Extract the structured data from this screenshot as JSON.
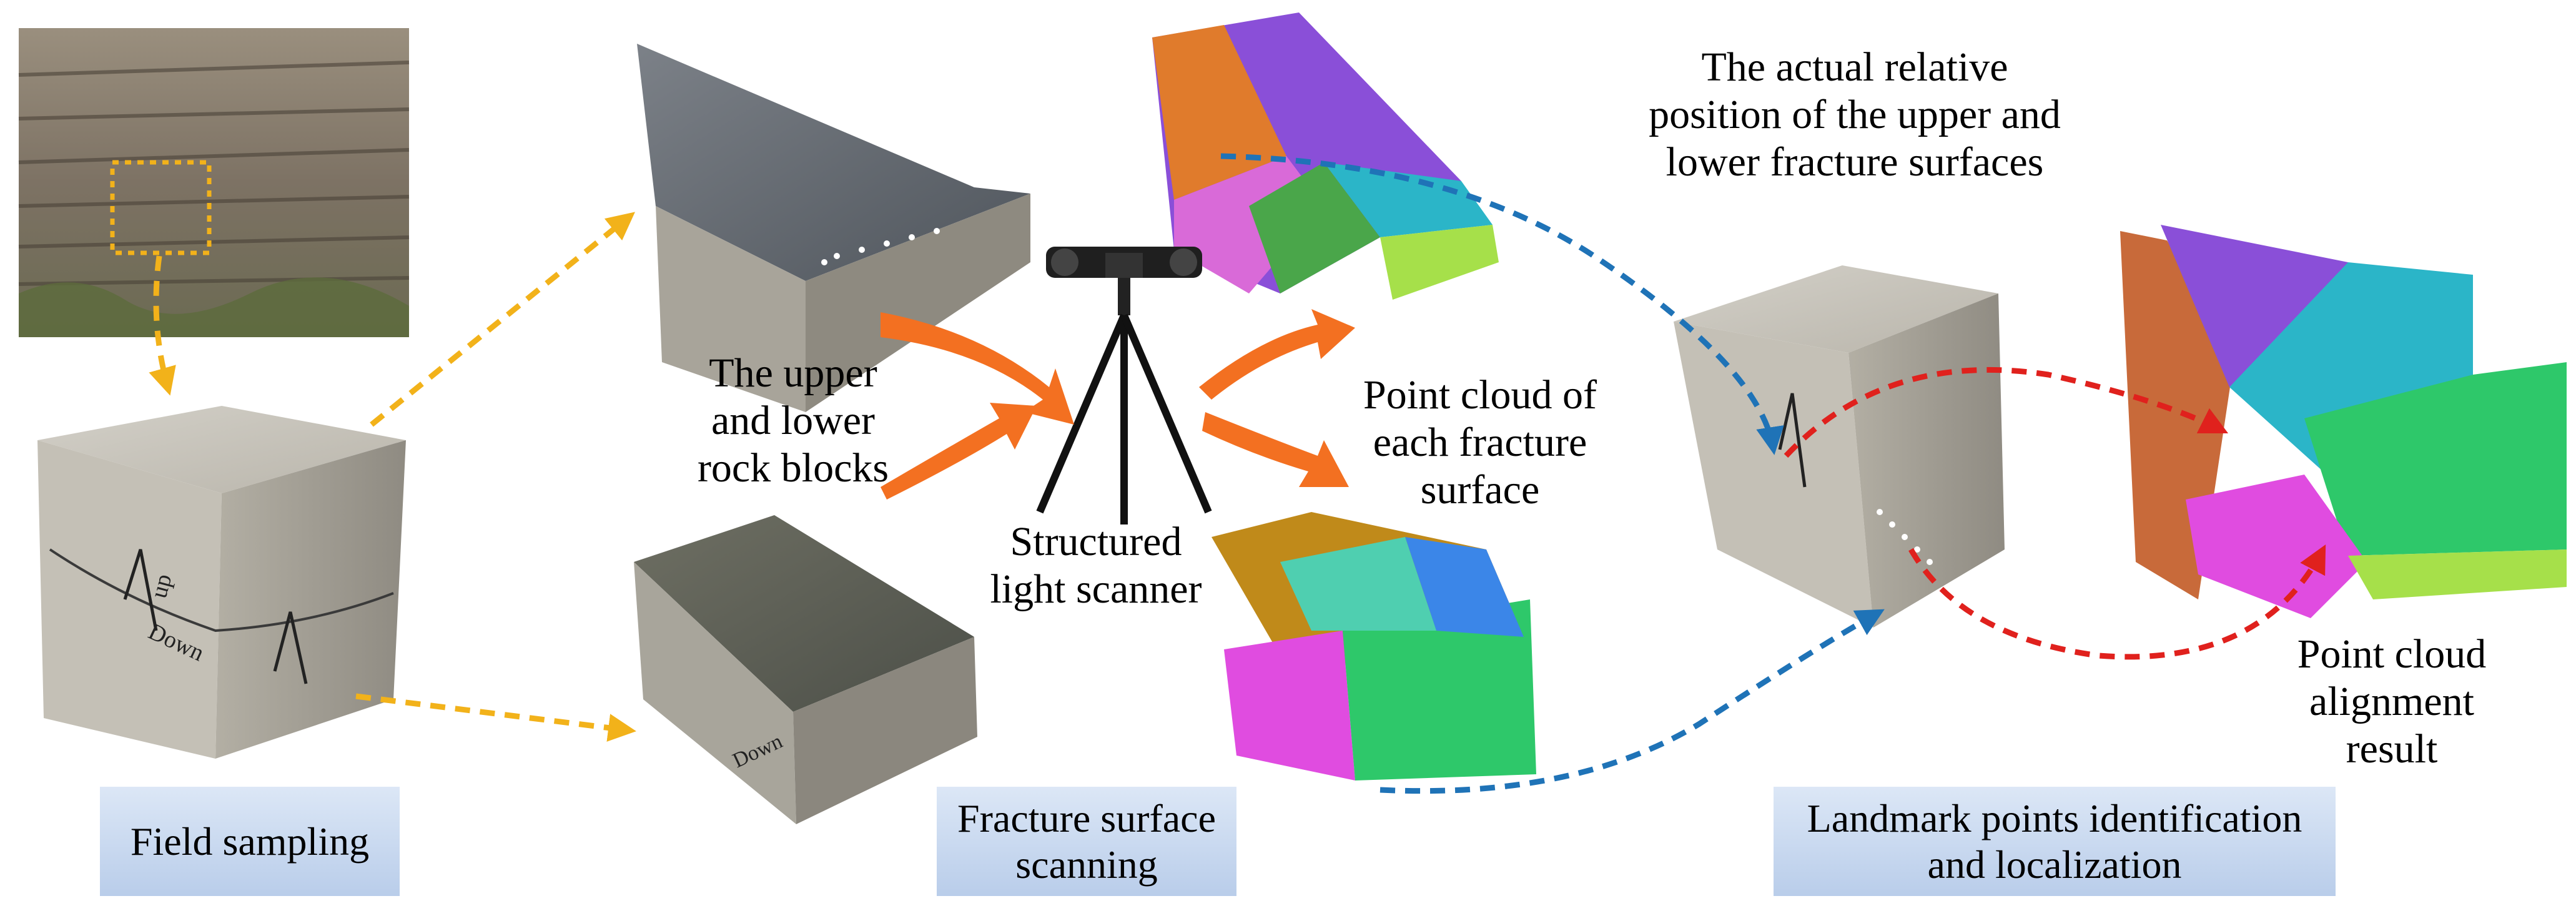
{
  "labels": {
    "upper_lower_blocks": "The upper\nand lower\nrock blocks",
    "point_cloud_each": "Point cloud of\neach fracture\nsurface",
    "structured_light": "Structured\nlight scanner",
    "actual_position": "The actual relative\nposition of the upper and\nlower fracture surfaces",
    "alignment_result": "Point cloud\nalignment\nresult"
  },
  "stages": {
    "field_sampling": "Field sampling",
    "fracture_scanning": "Fracture surface\nscanning",
    "landmark": "Landmark points identification\nand localization"
  },
  "block_marks": {
    "up": "up",
    "down": "Down"
  },
  "colors": {
    "yellow_arrow": "#f2b21a",
    "blue_arrow": "#1f73b7",
    "red_arrow": "#e0211d",
    "orange_arrow": "#f37021",
    "stage_box": "#c6d6ee"
  }
}
